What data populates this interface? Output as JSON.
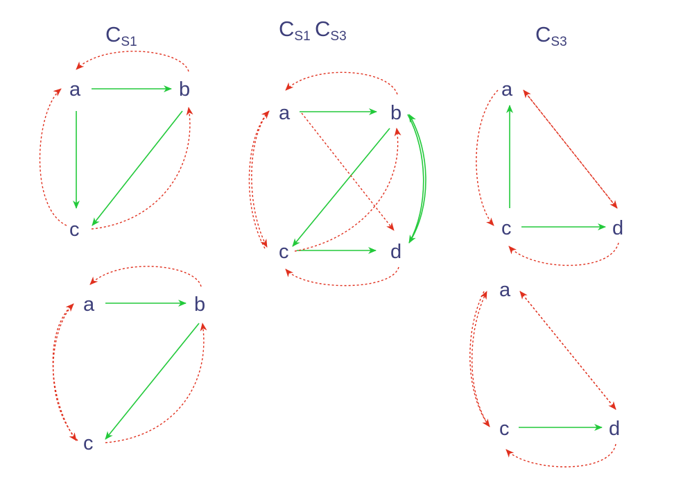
{
  "colors": {
    "node_text": "#3d3f7a",
    "arrow_green": "#22c93a",
    "arrow_red": "#e0301e",
    "background": "#ffffff"
  },
  "titles": [
    {
      "id": "cs1",
      "parts": [
        {
          "main": "C",
          "sub": "S1"
        }
      ]
    },
    {
      "id": "cs1cs3",
      "parts": [
        {
          "main": "C",
          "sub": "S1"
        },
        {
          "main": "C",
          "sub": "S3"
        }
      ]
    },
    {
      "id": "cs3",
      "parts": [
        {
          "main": "C",
          "sub": "S3"
        }
      ]
    }
  ],
  "graphs": [
    {
      "id": "cs1-top",
      "nodes": [
        "a",
        "b",
        "c"
      ],
      "green_edges": [
        [
          "a",
          "b"
        ],
        [
          "a",
          "c"
        ],
        [
          "b",
          "c"
        ]
      ],
      "red_edges": [
        [
          "b",
          "a"
        ],
        [
          "c",
          "a"
        ],
        [
          "c",
          "b"
        ]
      ]
    },
    {
      "id": "cs1-bottom",
      "nodes": [
        "a",
        "b",
        "c"
      ],
      "green_edges": [
        [
          "a",
          "b"
        ],
        [
          "b",
          "c"
        ]
      ],
      "red_edges": [
        [
          "b",
          "a"
        ],
        [
          "c",
          "a"
        ],
        [
          "a",
          "c"
        ],
        [
          "c",
          "b"
        ]
      ]
    },
    {
      "id": "cs1cs3",
      "nodes": [
        "a",
        "b",
        "c",
        "d"
      ],
      "green_edges": [
        [
          "a",
          "b"
        ],
        [
          "b",
          "c"
        ],
        [
          "c",
          "d"
        ],
        [
          "b",
          "d"
        ],
        [
          "d",
          "b"
        ]
      ],
      "red_edges": [
        [
          "b",
          "a"
        ],
        [
          "c",
          "a"
        ],
        [
          "a",
          "c"
        ],
        [
          "a",
          "d"
        ],
        [
          "c",
          "b"
        ],
        [
          "d",
          "c"
        ]
      ]
    },
    {
      "id": "cs3-top",
      "nodes": [
        "a",
        "c",
        "d"
      ],
      "green_edges": [
        [
          "c",
          "a"
        ],
        [
          "c",
          "d"
        ]
      ],
      "red_edges": [
        [
          "a",
          "c"
        ],
        [
          "a",
          "d"
        ],
        [
          "d",
          "a"
        ],
        [
          "d",
          "c"
        ]
      ]
    },
    {
      "id": "cs3-bottom",
      "nodes": [
        "a",
        "c",
        "d"
      ],
      "green_edges": [
        [
          "c",
          "d"
        ]
      ],
      "red_edges": [
        [
          "a",
          "c"
        ],
        [
          "c",
          "a"
        ],
        [
          "a",
          "d"
        ],
        [
          "d",
          "a"
        ],
        [
          "d",
          "c"
        ]
      ]
    }
  ]
}
